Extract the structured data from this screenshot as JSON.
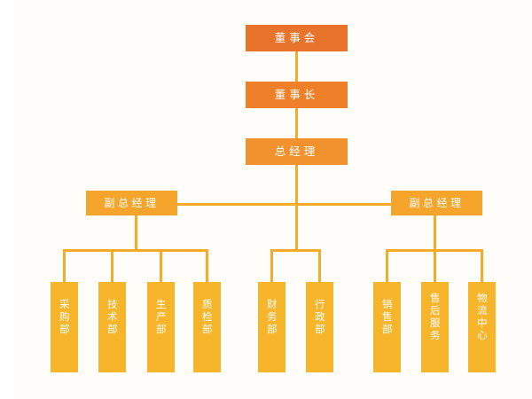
{
  "chart_meta": {
    "type": "org-chart",
    "title": "",
    "background_color": "#fffdfa",
    "connector_color": "#f7a928"
  },
  "palette": {
    "level1": "#e8742c",
    "level2": "#ef8029",
    "level3": "#f2922e",
    "level4": "#f5a52b",
    "department": "#f7b52c",
    "text": "#ffffff"
  },
  "nodes": {
    "board": {
      "label": "董事会",
      "level": 1
    },
    "chairman": {
      "label": "董事长",
      "level": 2
    },
    "general_manager": {
      "label": "总经理",
      "level": 3
    },
    "deputy_gm_left": {
      "label": "副总经理",
      "level": 4
    },
    "deputy_gm_right": {
      "label": "副总经理",
      "level": 4
    }
  },
  "departments": {
    "left_group": [
      {
        "label": "采购部"
      },
      {
        "label": "技术部"
      },
      {
        "label": "生产部"
      },
      {
        "label": "质检部"
      }
    ],
    "center_group": [
      {
        "label": "财务部"
      },
      {
        "label": "行政部"
      }
    ],
    "right_group": [
      {
        "label": "销售部"
      },
      {
        "label": "售后服务"
      },
      {
        "label": "物流中心"
      }
    ]
  }
}
